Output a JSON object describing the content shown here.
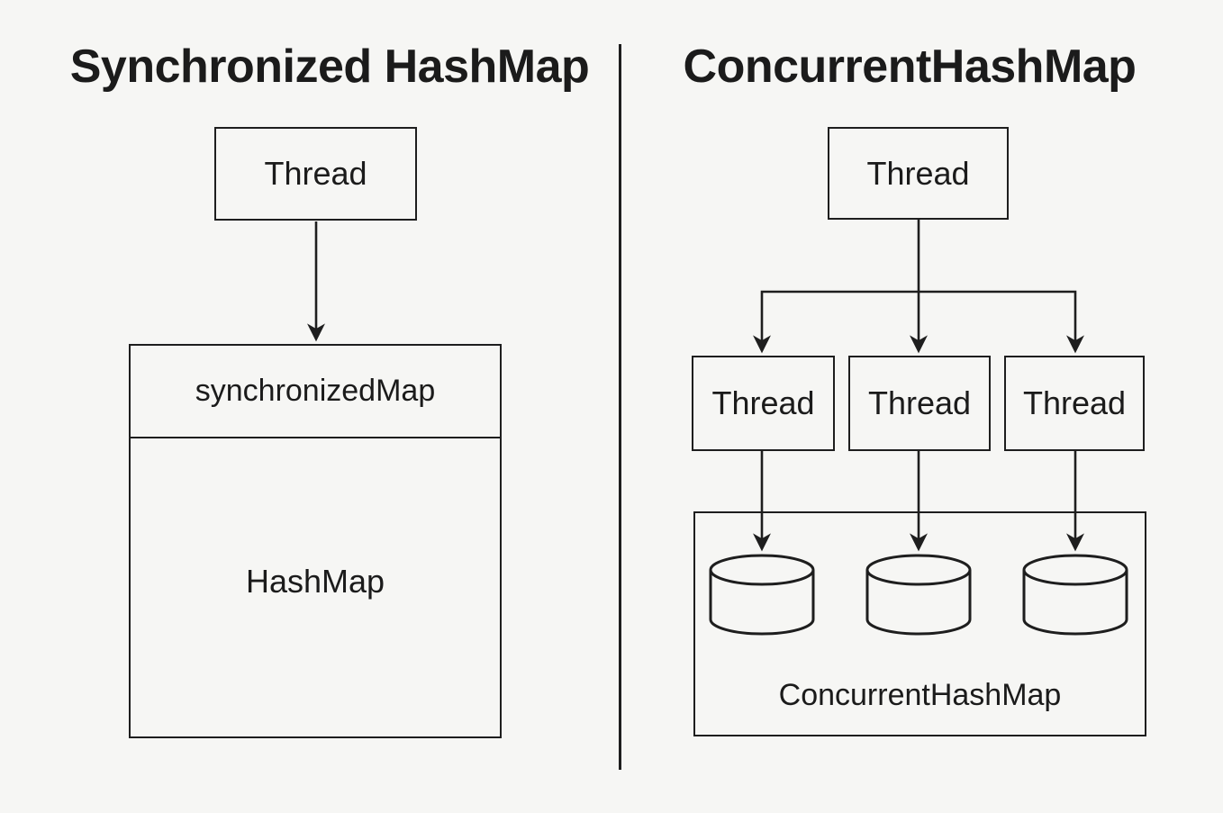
{
  "colors": {
    "background": "#f6f6f4",
    "stroke": "#1e1e1e",
    "text": "#1b1b1b"
  },
  "left_panel": {
    "title": "Synchronized HashMap",
    "thread_box": "Thread",
    "map_box": {
      "header": "synchronizedMap",
      "body": "HashMap"
    }
  },
  "right_panel": {
    "title": "ConcurrentHashMap",
    "thread_box": "Thread",
    "worker_threads": [
      "Thread",
      "Thread",
      "Thread"
    ],
    "container_label": "ConcurrentHashMap"
  }
}
